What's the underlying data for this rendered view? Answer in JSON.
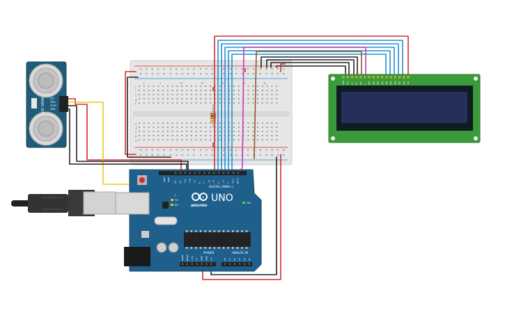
{
  "arduino": {
    "model": "UNO",
    "brand": "ARDUINO",
    "digital_header_label": "DIGITAL (PWM~)",
    "power_label": "POWER",
    "analog_label": "ANALOG IN",
    "tx_label": "TX",
    "rx_label": "RX",
    "on_label": "ON",
    "l_label": "L",
    "aref_label": "AREF",
    "gnd_label": "GND",
    "digital_pins": [
      "13",
      "12",
      "~11",
      "~10",
      "~9",
      "8",
      "7",
      "~6",
      "~5",
      "4",
      "~3",
      "2",
      "TX 1",
      "RX 0"
    ],
    "power_pins": [
      "IOREF",
      "RESET",
      "3.3V",
      "5V",
      "GND",
      "GND",
      "Vin"
    ],
    "analog_pins": [
      "A0",
      "A1",
      "A2",
      "A3",
      "A4",
      "A5"
    ]
  },
  "sensor": {
    "model": "HC-SR04",
    "pins": [
      "VCC",
      "TRIG",
      "ECHO",
      "GND"
    ]
  },
  "lcd": {
    "pins": [
      "GND",
      "VCC",
      "V0",
      "RS",
      "RW",
      "E",
      "DB0",
      "DB1",
      "DB2",
      "DB3",
      "DB4",
      "DB5",
      "DB6",
      "DB7",
      "LED",
      "LED"
    ]
  },
  "breadboard": {
    "row_letters_top": [
      "j",
      "i",
      "h",
      "g",
      "f"
    ],
    "row_letters_bottom": [
      "e",
      "d",
      "c",
      "b",
      "a"
    ],
    "column_numbers": [
      "1",
      "5",
      "10",
      "15",
      "20",
      "25",
      "30"
    ]
  },
  "colors": {
    "board": "#1f5f8b",
    "lcd_pcb": "#3b9b3b",
    "lcd_screen": "#25305a",
    "sensor_pcb": "#1e5c7a",
    "wire_red": "#d52b2b",
    "wire_black": "#222222",
    "wire_yellow": "#e8c81e",
    "wire_blue": "#1f8fd6",
    "wire_magenta": "#c23bb0",
    "wire_brown": "#8b5a2b"
  }
}
